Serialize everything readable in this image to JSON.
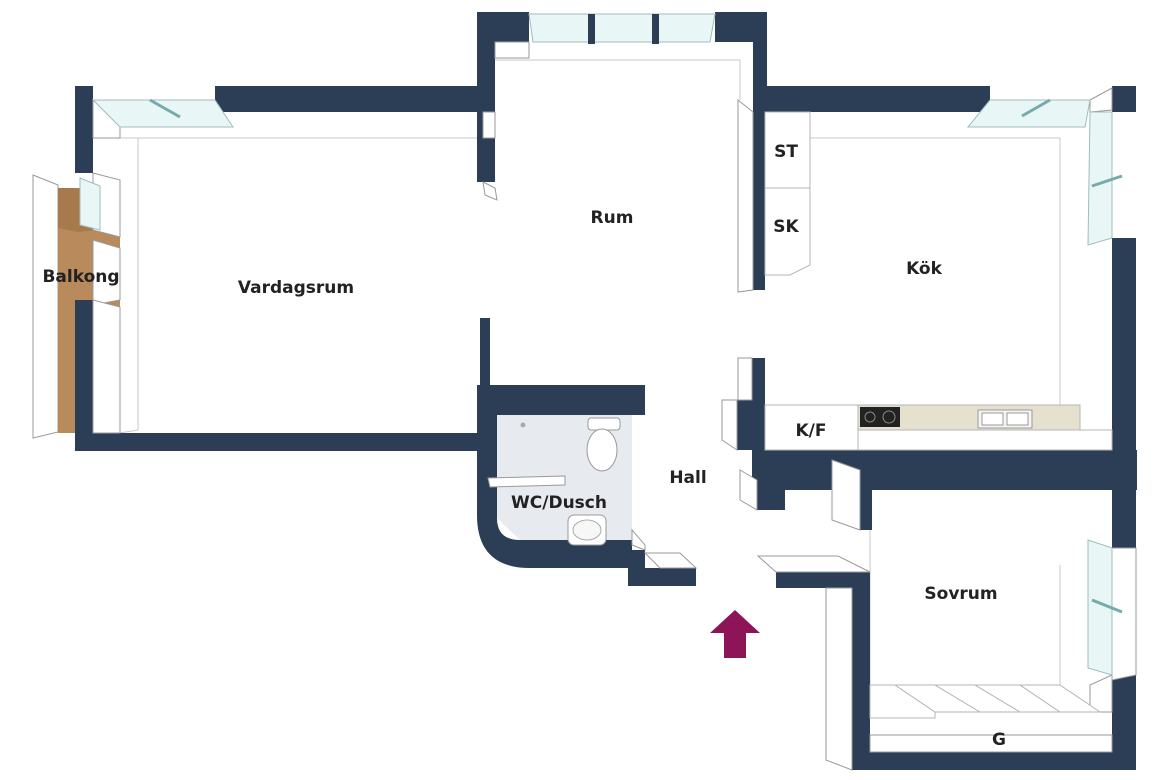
{
  "rooms": {
    "balkong": "Balkong",
    "vardagsrum": "Vardagsrum",
    "rum": "Rum",
    "kok": "Kök",
    "st": "ST",
    "sk": "SK",
    "kf": "K/F",
    "wc": "WC/Dusch",
    "hall": "Hall",
    "sovrum": "Sovrum",
    "g": "G"
  },
  "colors": {
    "wall": "#2c3e55",
    "balcony_wood": "#b88a5c",
    "bathroom_floor": "#e7eaef",
    "entrance_arrow": "#8e1458",
    "window_glass": "#e8f6f6",
    "countertop": "#e6e1cf"
  },
  "icons": {
    "entrance": "entrance-arrow-icon",
    "toilet": "toilet-icon",
    "sink": "sink-icon",
    "stove": "stove-icon",
    "kitchen_sink": "kitchen-sink-icon"
  }
}
